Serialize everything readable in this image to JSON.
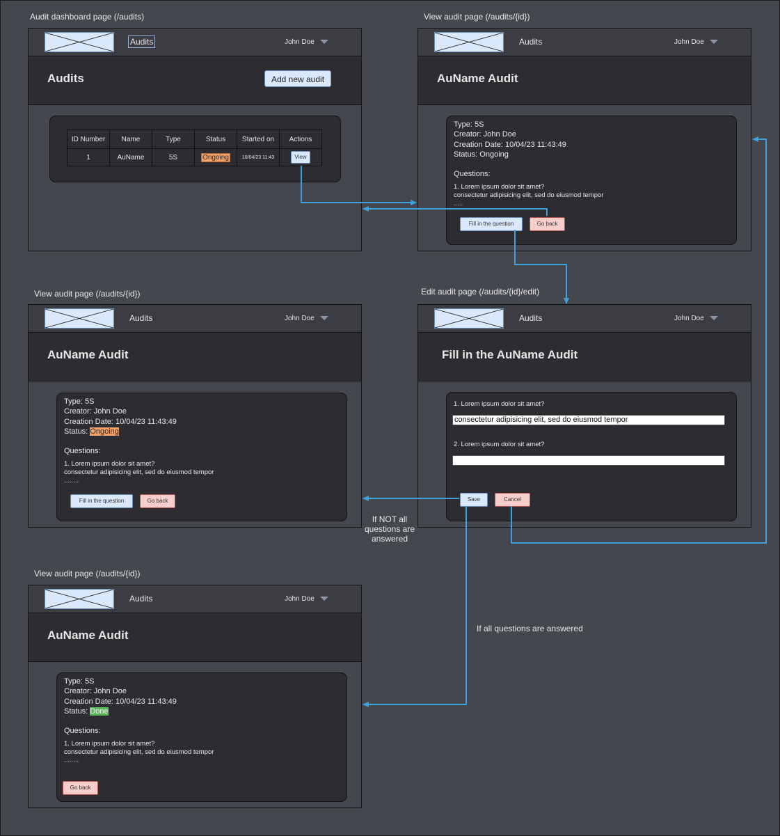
{
  "labels": {
    "dashboard": "Audit dashboard page (/audits)",
    "view_top": "View audit page (/audits/{id})",
    "view_middle": "View audit page (/audits/{id})",
    "edit": "Edit audit page (/audits/{id}/edit)",
    "view_bottom": "View audit page (/audits/{id})"
  },
  "nav": {
    "link": "Audits",
    "user": "John Doe"
  },
  "dashboard": {
    "title": "Audits",
    "add_button": "Add new audit",
    "table": {
      "headers": [
        "ID Number",
        "Name",
        "Type",
        "Status",
        "Started on",
        "Actions"
      ],
      "row": {
        "id": "1",
        "name": "AuName",
        "type": "5S",
        "status": "Ongoing",
        "started": "10/04/23 11:43",
        "action": "View"
      }
    }
  },
  "view": {
    "title": "AuName Audit",
    "type": "Type: 5S",
    "creator": "Creator: John Doe",
    "date": "Creation Date: 10/04/23 11:43:49",
    "status_label": "Status:",
    "status_plain": "Status: Ongoing",
    "status_ongoing": "Ongoing",
    "status_done": "Done",
    "questions": "Questions:",
    "q1": "1. Lorem ipsum dolor sit amet?",
    "a1": "consectetur adipisicing elit, sed do eiusmod tempor",
    "ellipsis_short": ".....",
    "ellipsis_long": "........",
    "fill_button": "Fill in the question",
    "back_button": "Go back"
  },
  "edit": {
    "title": "Fill in the AuName Audit",
    "q1": "1. Lorem ipsum dolor sit amet?",
    "a1": "consectetur adipisicing elit, sed do eiusmod tempor",
    "q2": "2. Lorem ipsum dolor sit amet?",
    "a2": "",
    "save_button": "Save",
    "cancel_button": "Cancel"
  },
  "annotations": {
    "not_all": "If NOT all questions are answered",
    "all": "If all questions are answered"
  },
  "colors": {
    "arrow": "#3fa2da",
    "blue_fill": "#dae8fc",
    "red_fill": "#f8cecc",
    "ongoing": "#f5a268",
    "done": "#5bb85b"
  }
}
